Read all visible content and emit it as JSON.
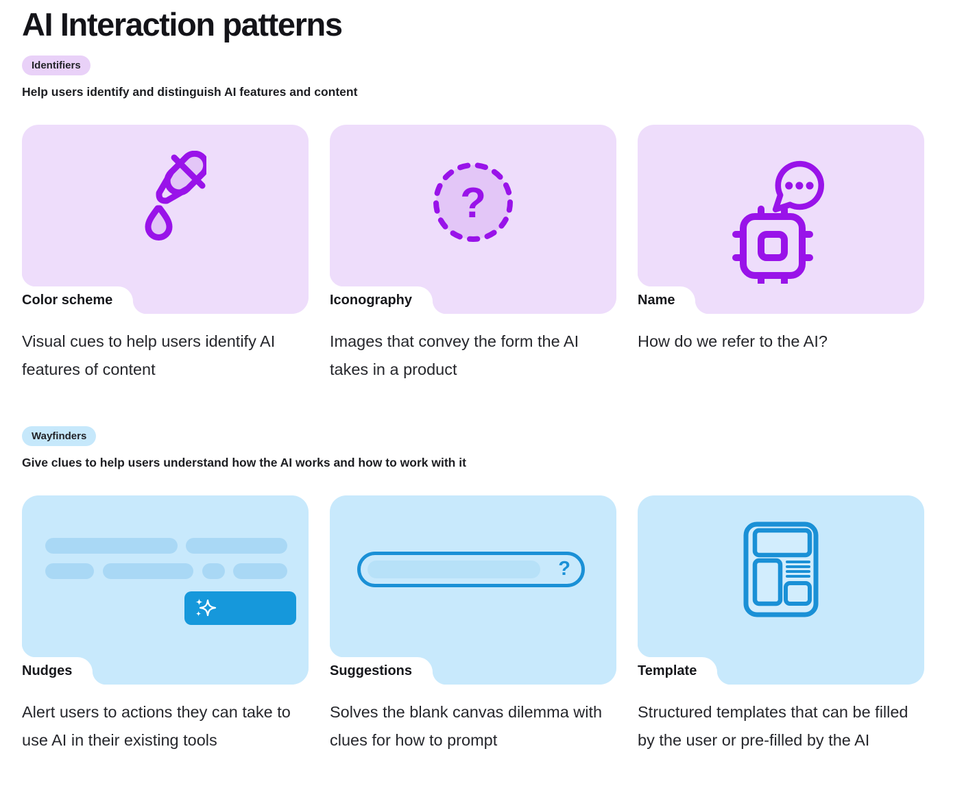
{
  "page": {
    "title": "AI Interaction patterns"
  },
  "colors": {
    "purple_card_bg": "#EEDDFB",
    "purple_badge_bg": "#E9D1F8",
    "purple_stroke": "#9913E9",
    "purple_inner_fill": "#E3C6F7",
    "blue_card_bg": "#C8E9FC",
    "blue_badge_bg": "#C6E8FB",
    "blue_stroke": "#1A90D6",
    "blue_accent_button": "#1698DB",
    "blue_skeleton_bar": "#A9D8F5",
    "text": "#212227"
  },
  "sections": [
    {
      "badge": "Identifiers",
      "subtitle": "Help users identify and distinguish AI features and content",
      "cards": [
        {
          "label": "Color scheme",
          "description": "Visual cues to help users identify AI features of content",
          "icon": "eyedropper-icon"
        },
        {
          "label": "Iconography",
          "description": "Images that convey the form the AI takes in a product",
          "icon": "dashed-circle-question-icon",
          "icon_glyph": "?"
        },
        {
          "label": "Name",
          "description": "How do we refer to the AI?",
          "icon": "chip-speech-bubble-icon"
        }
      ]
    },
    {
      "badge": "Wayfinders",
      "subtitle": "Give clues to help users understand how the AI works and how to work with it",
      "cards": [
        {
          "label": "Nudges",
          "description": "Alert users to actions they can take to use AI in their existing tools",
          "icon": "sparkle-button-skeleton-icon"
        },
        {
          "label": "Suggestions",
          "description": "Solves the blank canvas dilemma with clues for how to prompt",
          "icon": "search-pill-question-icon",
          "icon_glyph": "?"
        },
        {
          "label": "Template",
          "description": "Structured templates that can be filled by the user or pre-filled by the AI",
          "icon": "template-layout-icon"
        }
      ]
    }
  ]
}
